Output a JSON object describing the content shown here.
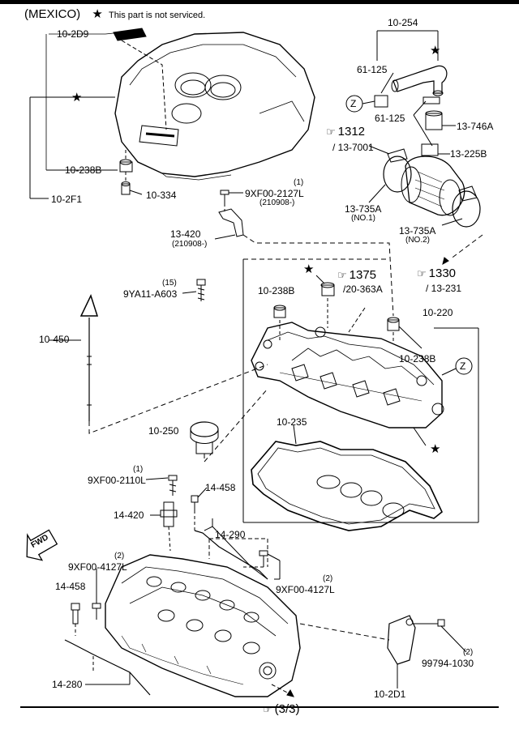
{
  "header": {
    "region": "(MEXICO)",
    "star_glyph": "★",
    "note": "This part is not serviced."
  },
  "callouts": {
    "p_10_2D9": "10-2D9",
    "p_10_254": "10-254",
    "p_61_125_a": "61-125",
    "p_61_125_b": "61-125",
    "p_13_746A": "13-746A",
    "p_1312": "1312",
    "p_13_7001": "/ 13-7001",
    "p_13_225B": "13-225B",
    "p_10_238B_a": "10-238B",
    "p_10_334": "10-334",
    "p_10_2F1": "10-2F1",
    "p_9XF00_2127L_qty": "(1)",
    "p_9XF00_2127L": "9XF00-2127L",
    "p_9XF00_2127L_date": "(210908-)",
    "p_13_735A_1": "13-735A",
    "p_13_735A_1_note": "(NO.1)",
    "p_13_420": "13-420",
    "p_13_420_date": "(210908-)",
    "p_13_735A_2": "13-735A",
    "p_13_735A_2_note": "(NO.2)",
    "p_1330": "1330",
    "p_13_231": "/ 13-231",
    "p_1375": "1375",
    "p_20_363A": "/20-363A",
    "p_9YA11_qty": "(15)",
    "p_9YA11": "9YA11-A603",
    "p_10_238B_b": "10-238B",
    "p_10_220": "10-220",
    "p_10_450": "10-450",
    "p_10_238B_c": "10-238B",
    "p_10_235": "10-235",
    "p_10_250": "10-250",
    "p_9XF00_2110L_qty": "(1)",
    "p_9XF00_2110L": "9XF00-2110L",
    "p_14_458_a": "14-458",
    "p_14_420": "14-420",
    "p_14_290": "14-290",
    "p_fwd": "FWD",
    "p_9XF00_4127L_a_qty": "(2)",
    "p_9XF00_4127L_a": "9XF00-4127L",
    "p_9XF00_4127L_b_qty": "(2)",
    "p_9XF00_4127L_b": "9XF00-4127L",
    "p_14_458_b": "14-458",
    "p_99794_qty": "(2)",
    "p_99794": "99794-1030",
    "p_14_280": "14-280",
    "p_10_2D1": "10-2D1",
    "p_page_ref": "(3/3)",
    "p_z_a": "Z",
    "p_z_b": "Z"
  }
}
